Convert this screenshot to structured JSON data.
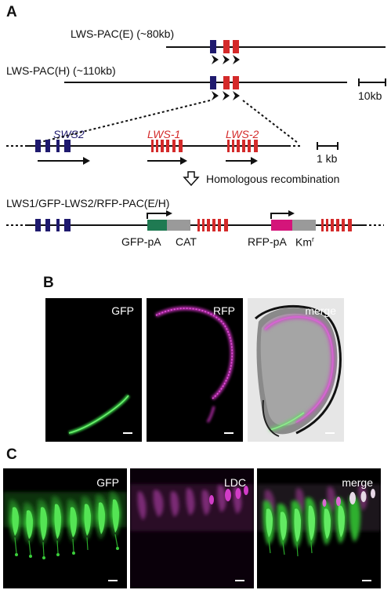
{
  "panel_a": {
    "letter": "A",
    "construct_e": "LWS-PAC(E) (~80kb)",
    "construct_h": "LWS-PAC(H) (~110kb)",
    "scale_10kb": "10kb",
    "gene_sws2": "SWS2",
    "gene_lws1": "LWS-1",
    "gene_lws2": "LWS-2",
    "scale_1kb": "1 kb",
    "step": "Homologous recombination",
    "recombinant": "LWS1/GFP-LWS2/RFP-PAC(E/H)",
    "gfp_pa": "GFP-pA",
    "cat": "CAT",
    "rfp_pa": "RFP-pA",
    "kmr": "Km",
    "kmr_sup": "r",
    "colors": {
      "sws2": "#1f1a6e",
      "lws": "#d42a2a",
      "gfp": "#1f7a52",
      "rfp": "#d4157a",
      "marker": "#9a9a9a"
    }
  },
  "panel_b": {
    "letter": "B",
    "labels": [
      "GFP",
      "RFP",
      "merge"
    ]
  },
  "panel_c": {
    "letter": "C",
    "labels": [
      "GFP",
      "LDC",
      "merge"
    ]
  }
}
